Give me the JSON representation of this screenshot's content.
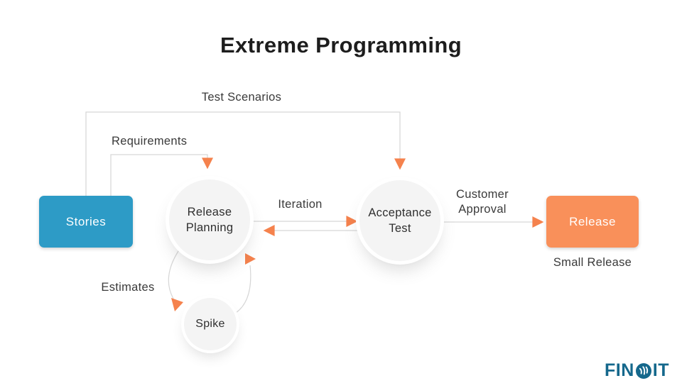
{
  "title": "Extreme Programming",
  "labels": {
    "test_scenarios": "Test Scenarios",
    "requirements": "Requirements",
    "iteration": "Iteration",
    "customer_approval": "Customer Approval",
    "estimates": "Estimates",
    "small_release": "Small Release"
  },
  "nodes": {
    "stories": "Stories",
    "release_planning": "Release Planning",
    "acceptance_test": "Acceptance Test",
    "spike": "Spike",
    "release": "Release"
  },
  "logo": {
    "part1": "FIN",
    "part2": "IT"
  },
  "colors": {
    "blue": "#2D9BC6",
    "orange": "#F9905A",
    "arrow": "#F5824D",
    "line": "#D6D6D6",
    "circle-fill": "#F4F4F4",
    "text-dark": "#1D1D1D",
    "label": "#3A3A3A",
    "logo": "#15688C"
  }
}
